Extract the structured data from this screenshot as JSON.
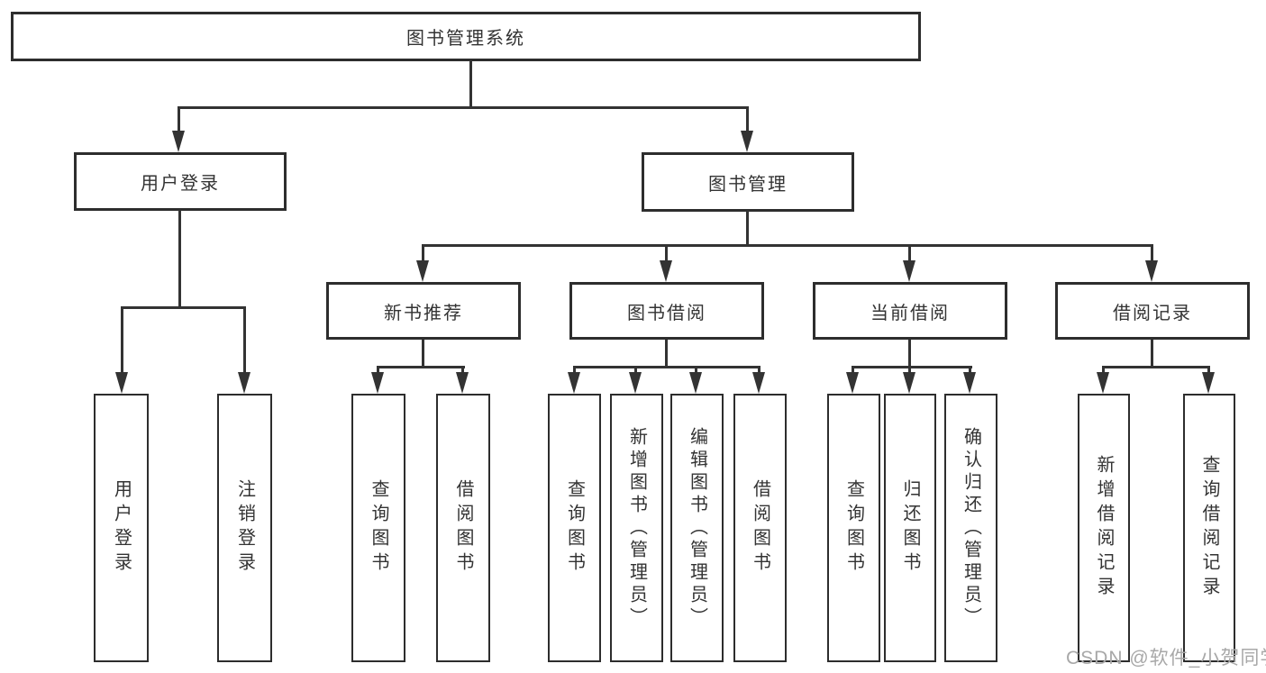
{
  "tree": {
    "label": "图书管理系统",
    "children": [
      {
        "label": "用户登录",
        "children": [
          {
            "label": "用户登录"
          },
          {
            "label": "注销登录"
          }
        ]
      },
      {
        "label": "图书管理",
        "children": [
          {
            "label": "新书推荐",
            "children": [
              {
                "label": "查询图书"
              },
              {
                "label": "借阅图书"
              }
            ]
          },
          {
            "label": "图书借阅",
            "children": [
              {
                "label": "查询图书"
              },
              {
                "label": "新增图书（管理员）"
              },
              {
                "label": "编辑图书（管理员）"
              },
              {
                "label": "借阅图书"
              }
            ]
          },
          {
            "label": "当前借阅",
            "children": [
              {
                "label": "查询图书"
              },
              {
                "label": "归还图书"
              },
              {
                "label": "确认归还（管理员）"
              }
            ]
          },
          {
            "label": "借阅记录",
            "children": [
              {
                "label": "新增借阅记录"
              },
              {
                "label": "查询借阅记录"
              }
            ]
          }
        ]
      }
    ]
  },
  "watermark": {
    "text": "CSDN @软件_小贺同学"
  },
  "colors": {
    "line": "#333333",
    "box_border": "#2d2d2d",
    "text": "#333333",
    "watermark": "#a8a8a8",
    "background": "#ffffff"
  }
}
